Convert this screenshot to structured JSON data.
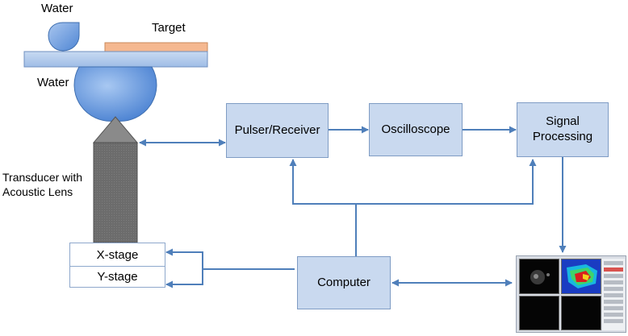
{
  "labels": {
    "water_top": "Water",
    "target": "Target",
    "water_bottom": "Water",
    "transducer": "Transducer with\nAcoustic Lens"
  },
  "stages": {
    "x": "X-stage",
    "y": "Y-stage"
  },
  "boxes": {
    "pulser_receiver": "Pulser/Receiver",
    "oscilloscope": "Oscilloscope",
    "signal_processing": "Signal\nProcessing",
    "computer": "Computer"
  },
  "colors": {
    "box_fill": "#c9d9ef",
    "arrow": "#4f7fba",
    "water": "#6f9fe0",
    "target": "#f5b890",
    "transducer": "#6e6e6e"
  }
}
